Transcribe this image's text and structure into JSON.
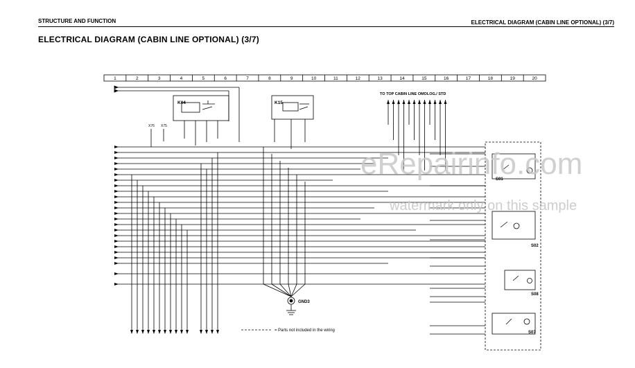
{
  "header": {
    "left": "STRUCTURE AND FUNCTION",
    "right": "ELECTRICAL DIAGRAM (CABIN LINE OPTIONAL) (3/7)"
  },
  "title": "ELECTRICAL DIAGRAM (CABIN LINE OPTIONAL) (3/7)",
  "columns": [
    "1",
    "2",
    "3",
    "4",
    "5",
    "6",
    "7",
    "8",
    "9",
    "10",
    "11",
    "12",
    "13",
    "14",
    "15",
    "16",
    "17",
    "18",
    "19",
    "20"
  ],
  "top_note": "TO TOP CABIN LINE OMOLOG./ STD",
  "components": {
    "relay_k04": "K04",
    "relay_k15": "K15",
    "switch_s01": "S01",
    "switch_s02": "S02",
    "switch_s08": "S08",
    "switch_s07": "S07",
    "ground": "GND3"
  },
  "connectors": {
    "x76": "X76",
    "x75": "X75"
  },
  "legend": {
    "parts_note": "= Parts not included in the wiring"
  },
  "watermark": {
    "main": "eRepairinfo.com",
    "sub": "watermark only on this sample"
  }
}
